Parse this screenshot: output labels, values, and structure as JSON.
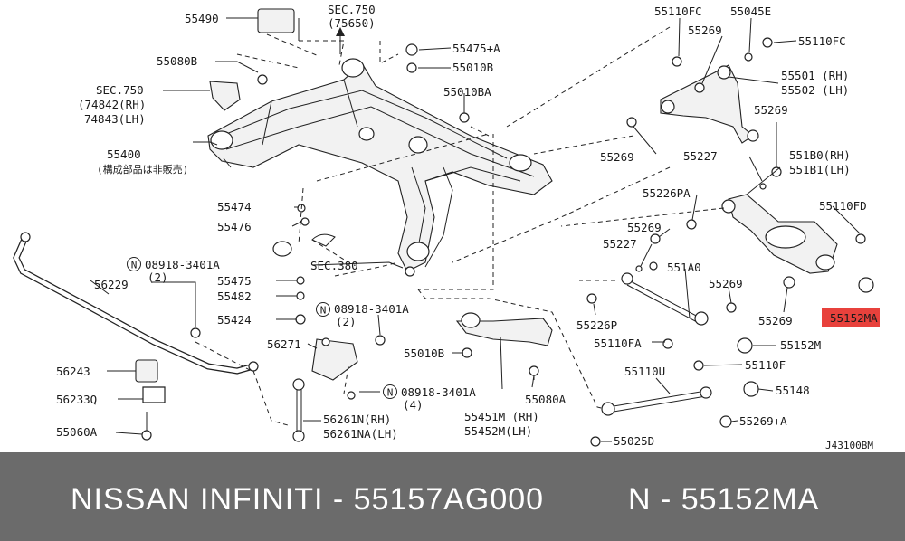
{
  "labels": {
    "p55490": "55490",
    "sec750_top": "SEC.750",
    "sec750_top_sub": "(75650)",
    "p55110fc_top": "55110FC",
    "p55045e": "55045E",
    "p55269_a": "55269",
    "p55110fc_r": "55110FC",
    "p55475a": "55475+A",
    "p55010b_top": "55010B",
    "p55080b": "55080B",
    "sec750_left": "SEC.750",
    "p74842": "(74842(RH)",
    "p74843": "74843(LH)",
    "p55501": "55501 (RH)",
    "p55502": "55502 (LH)",
    "p55010ba": "55010BA",
    "p55269_b": "55269",
    "p55400": "55400",
    "p55400_note": "(構成部品は非販売)",
    "p55269_c": "55269",
    "p55227_top": "55227",
    "p551b0": "551B0(RH)",
    "p551b1": "551B1(LH)",
    "p55474": "55474",
    "p55226pa": "55226PA",
    "p55110fd": "55110FD",
    "p55476": "55476",
    "p55269_d": "55269",
    "p55227_mid": "55227",
    "p08918_a": "08918-3401A",
    "p08918_a_qty": "(2)",
    "sec380": "SEC.380",
    "p551a0": "551A0",
    "p56229": "56229",
    "p55475": "55475",
    "p55269_e": "55269",
    "p55482": "55482",
    "p08918_b": "08918-3401A",
    "p08918_b_qty": "(2)",
    "p55152ma": "55152MA",
    "p55424": "55424",
    "p55226p": "55226P",
    "p55269_f": "55269",
    "p56271": "56271",
    "p55110fa": "55110FA",
    "p55152m": "55152M",
    "p55010b_low": "55010B",
    "p56243": "56243",
    "p55110f": "55110F",
    "p55110u": "55110U",
    "p56233q": "56233Q",
    "p08918_c": "08918-3401A",
    "p08918_c_qty": "(4)",
    "p55080a": "55080A",
    "p55148": "55148",
    "p56261n": "56261N(RH)",
    "p55451m": "55451M (RH)",
    "p55269a": "55269+A",
    "p55060a": "55060A",
    "p56261na": "56261NA(LH)",
    "p55452m": "55452M(LH)",
    "p55025d": "55025D",
    "diagram_id": "J43100BM",
    "n_mark": "N"
  },
  "highlight_color": "#e8413c",
  "banner": {
    "left_text": "NISSAN  INFINITI - 55157AG000",
    "right_text": "N - 55152MA",
    "background": "#6b6b6b"
  }
}
